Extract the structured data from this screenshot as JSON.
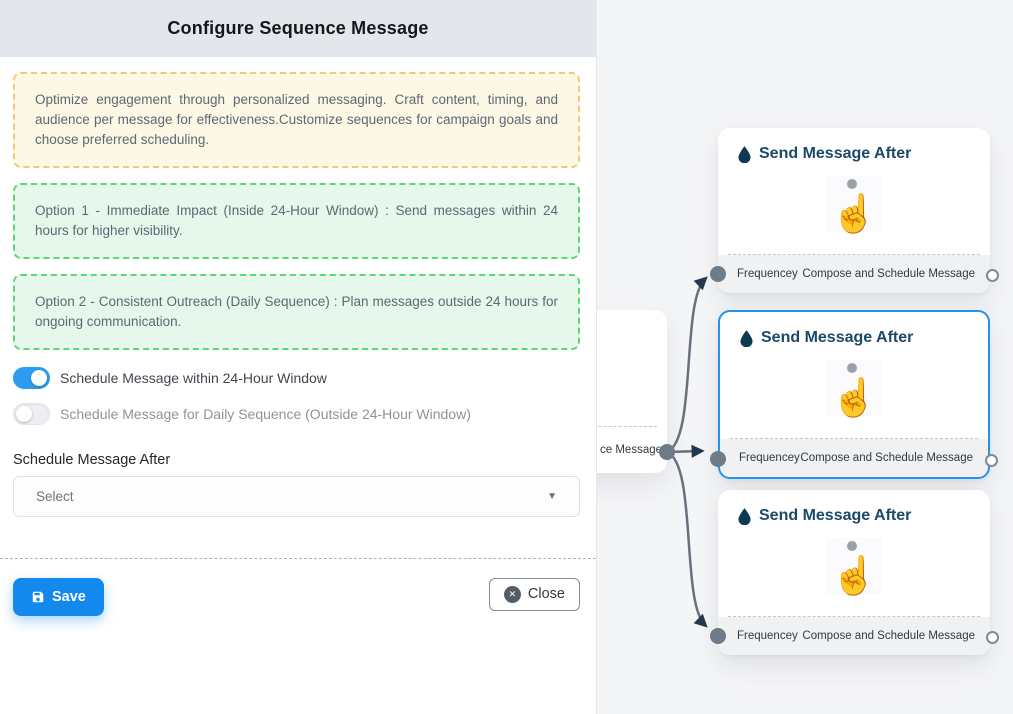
{
  "panel": {
    "title": "Configure Sequence Message",
    "note": "Optimize engagement through personalized messaging. Craft content, timing, and audience per message for effectiveness.Customize sequences for campaign goals and choose preferred scheduling.",
    "option1": "Option 1 - Immediate Impact (Inside 24-Hour Window) : Send messages within 24 hours for higher visibility.",
    "option2": "Option 2 - Consistent Outreach (Daily Sequence) : Plan messages outside 24 hours for ongoing communication.",
    "toggles": {
      "within": {
        "label": "Schedule Message within 24-Hour Window",
        "state": "on"
      },
      "daily": {
        "label": "Schedule Message for Daily Sequence (Outside 24-Hour Window)",
        "state": "off"
      }
    },
    "schedule_after_label": "Schedule Message After",
    "select": {
      "placeholder": "Select",
      "caret_icon": "▼"
    },
    "buttons": {
      "save": "Save",
      "close": "Close",
      "close_icon": "✕"
    }
  },
  "flow": {
    "source_node": {
      "footer_label": "ce Message"
    },
    "cards": [
      {
        "title": "Send Message After",
        "footer_left": "Frequencey",
        "footer_right": "Compose and Schedule Message",
        "selected": false,
        "hand_icon": "☝"
      },
      {
        "title": "Send Message After",
        "footer_left": "Frequencey",
        "footer_right": "Compose and Schedule Message",
        "selected": true,
        "hand_icon": "☝"
      },
      {
        "title": "Send Message After",
        "footer_left": "Frequencey",
        "footer_right": "Compose and Schedule Message",
        "selected": false,
        "hand_icon": "☝"
      }
    ]
  },
  "colors": {
    "accent_blue": "#1389ee",
    "toggle_on": "#2d9bf0",
    "selected_border": "#2492ef",
    "note_border": "#f3c879",
    "note_bg": "#fdf8e6",
    "option_border": "#5bd873",
    "option_bg": "#e6f7ec",
    "edge": "#68707c",
    "card_title": "#1b4a68",
    "header_bg": "#e3e6ea",
    "canvas_bg": "#f4f5f7"
  }
}
